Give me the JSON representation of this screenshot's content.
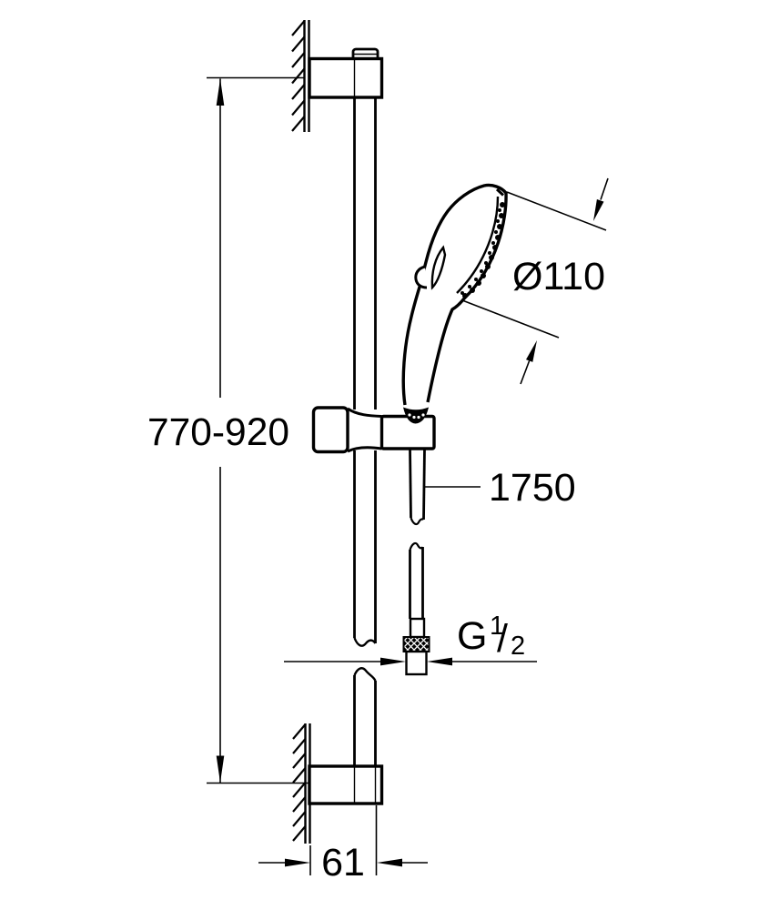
{
  "colors": {
    "ink": "#000000",
    "paper": "#ffffff"
  },
  "dimensions": {
    "rail_height": "770-920",
    "head_diameter": "Ø110",
    "hose_length": "1750",
    "wall_distance": "61",
    "thread": {
      "prefix": "G",
      "numerator": "1",
      "slash": "/",
      "denominator": "2"
    }
  }
}
